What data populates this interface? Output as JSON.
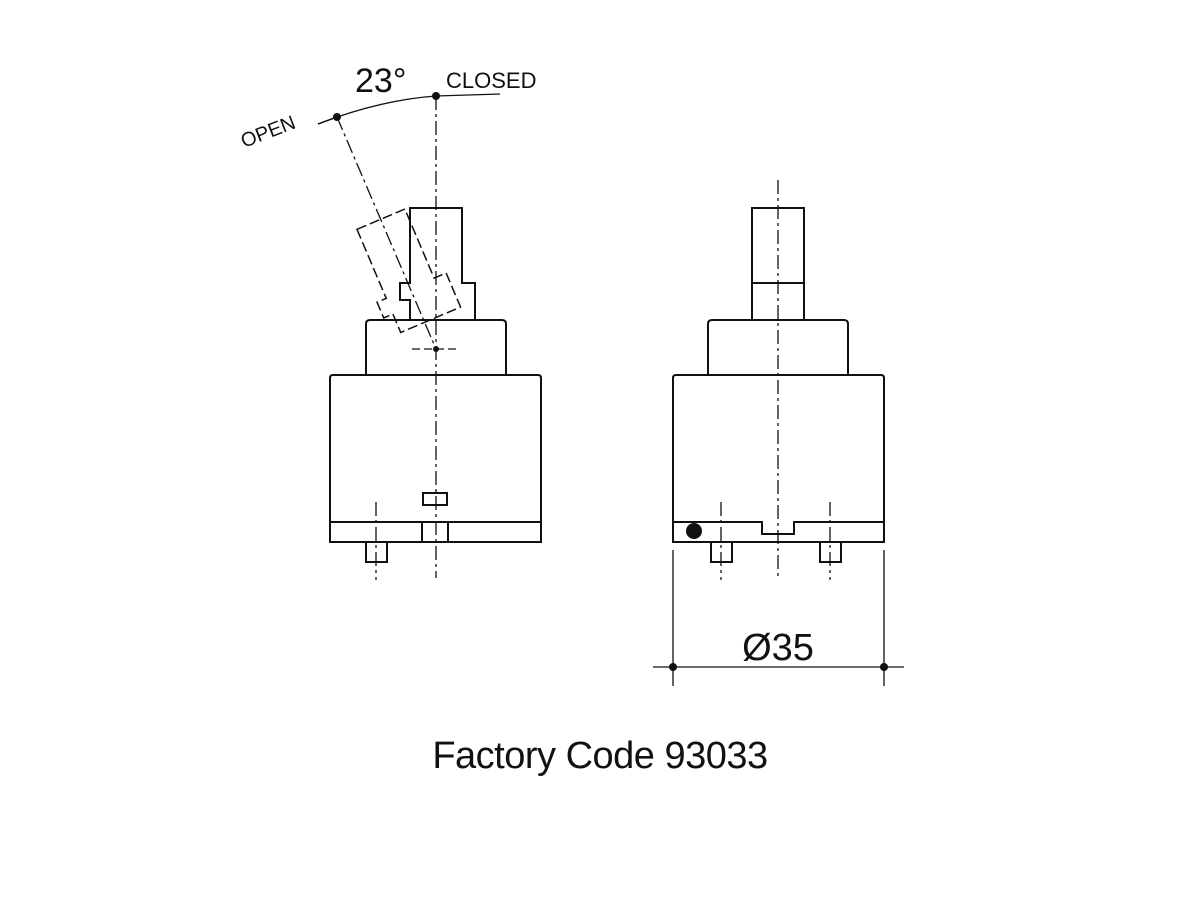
{
  "drawing": {
    "angle_label": "23°",
    "closed_label": "CLOSED",
    "open_label": "OPEN",
    "diameter_label": "Ø35",
    "caption": "Factory Code 93033"
  },
  "colors": {
    "line": "#111111",
    "background": "#ffffff"
  }
}
